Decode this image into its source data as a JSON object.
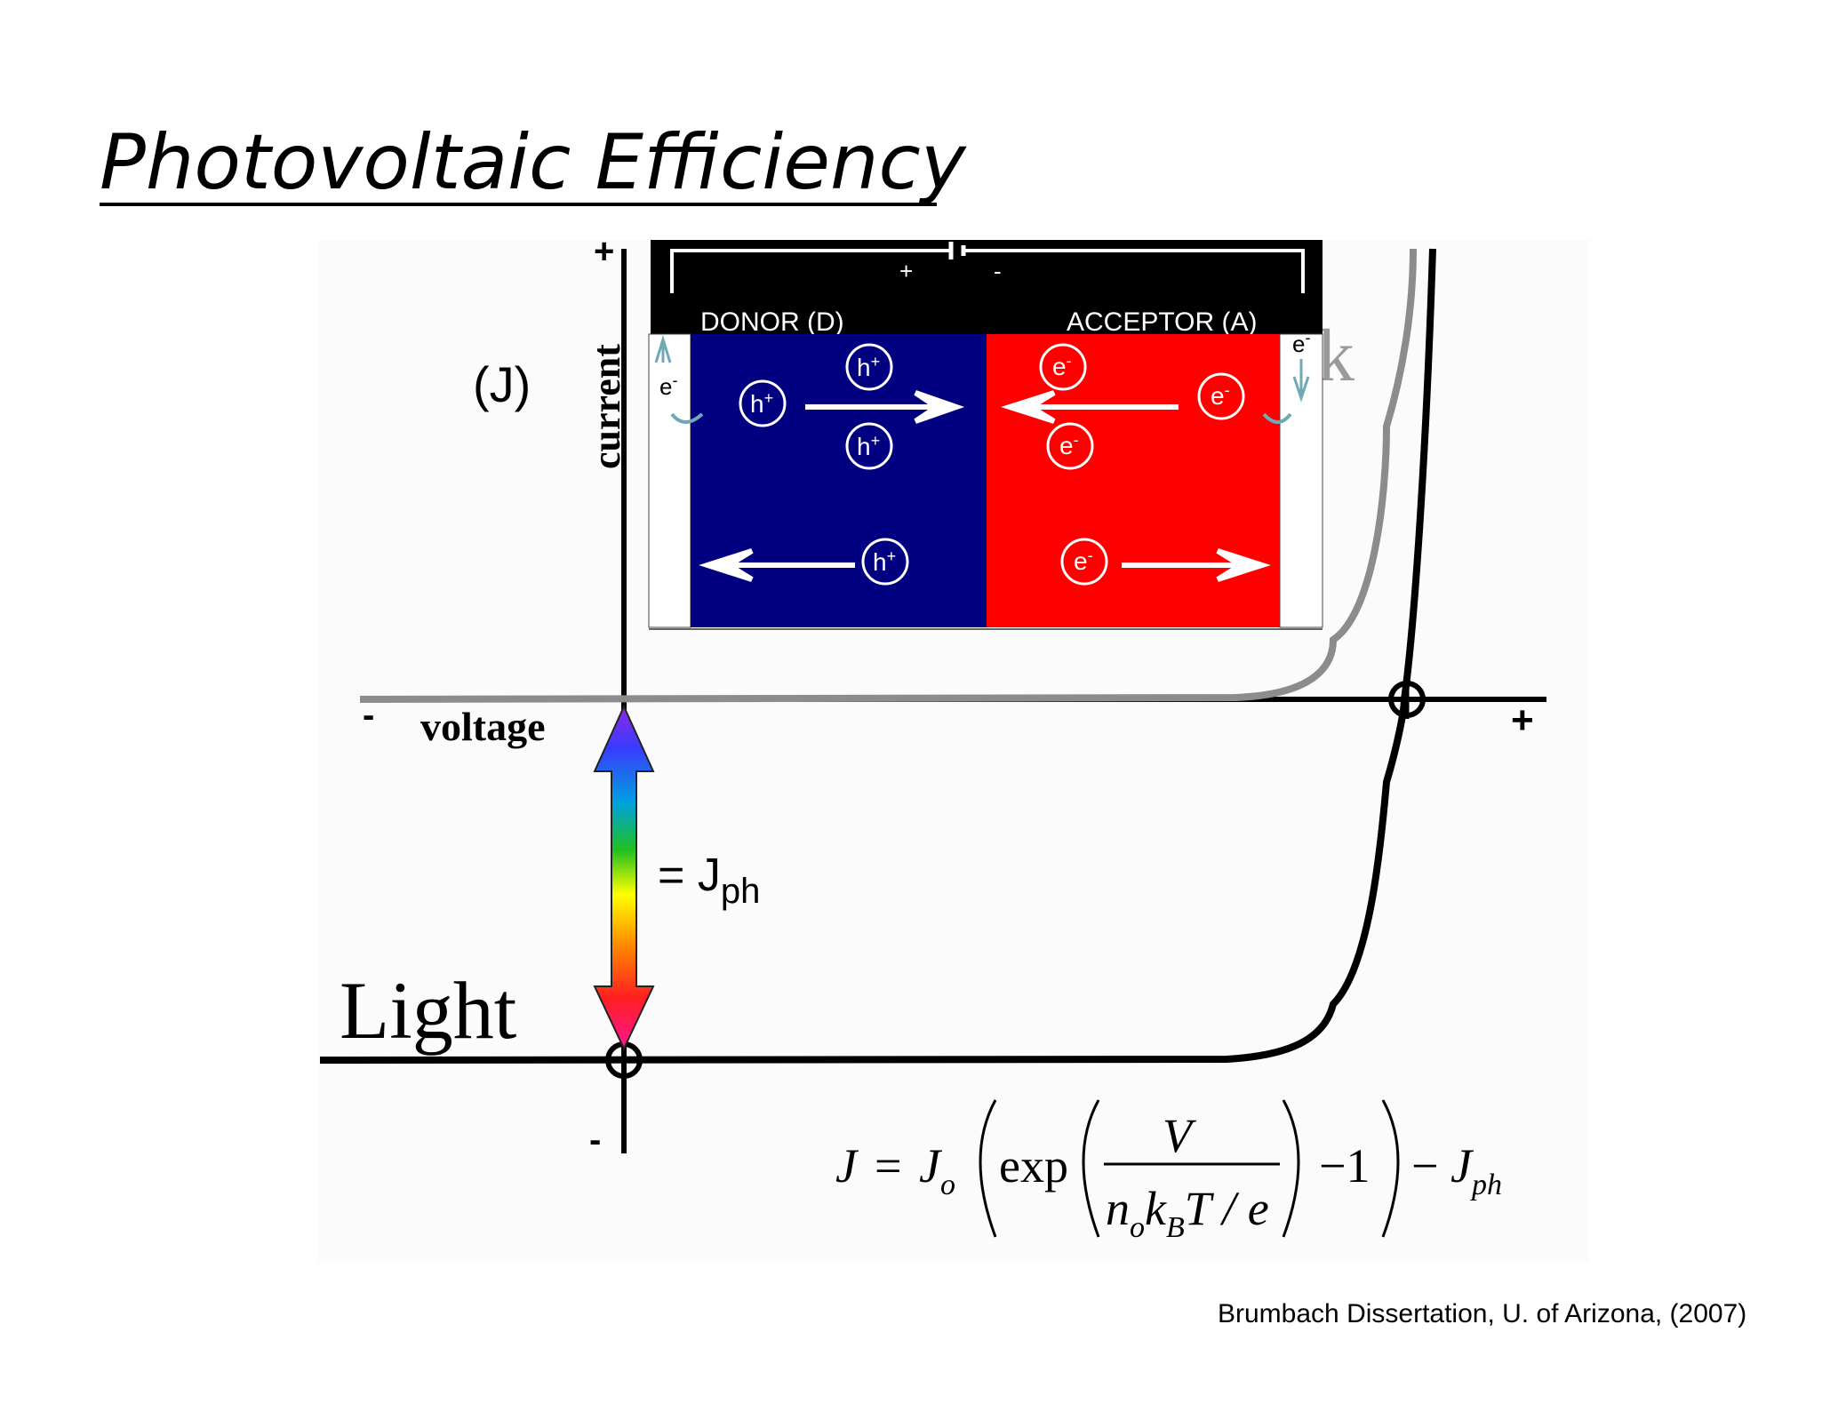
{
  "slide": {
    "title": "Photovoltaic Efficiency",
    "credit": "Brumbach Dissertation, U. of Arizona, (2007)"
  },
  "axes": {
    "y_label": "current",
    "y_symbol": "(J)",
    "y_plus": "+",
    "y_minus": "-",
    "x_label": "voltage",
    "x_plus": "+",
    "x_minus": "-"
  },
  "curves": {
    "light_label": "Light",
    "dark_label": "k",
    "jph_prefix": "= J",
    "jph_sub": "ph"
  },
  "device": {
    "donor_label": "DONOR (D)",
    "acceptor_label": "ACCEPTOR (A)",
    "battery_plus": "+",
    "battery_minus": "-",
    "electron": "e",
    "hole": "h",
    "minus_sup": "-",
    "plus_sup": "+",
    "colors": {
      "donor": "#000080",
      "acceptor": "#ff0000",
      "frame": "#000000"
    }
  },
  "equation": {
    "lhs": "J",
    "eq": "=",
    "j0": "J",
    "j0_sub": "o",
    "exp": "exp",
    "numerator": "V",
    "den_n": "n",
    "den_n_sub": "o",
    "den_k": "k",
    "den_k_sub": "B",
    "den_rest": "T / e",
    "minus_one": "−1",
    "minus": "−",
    "jph": "J",
    "jph_sub": "ph"
  }
}
